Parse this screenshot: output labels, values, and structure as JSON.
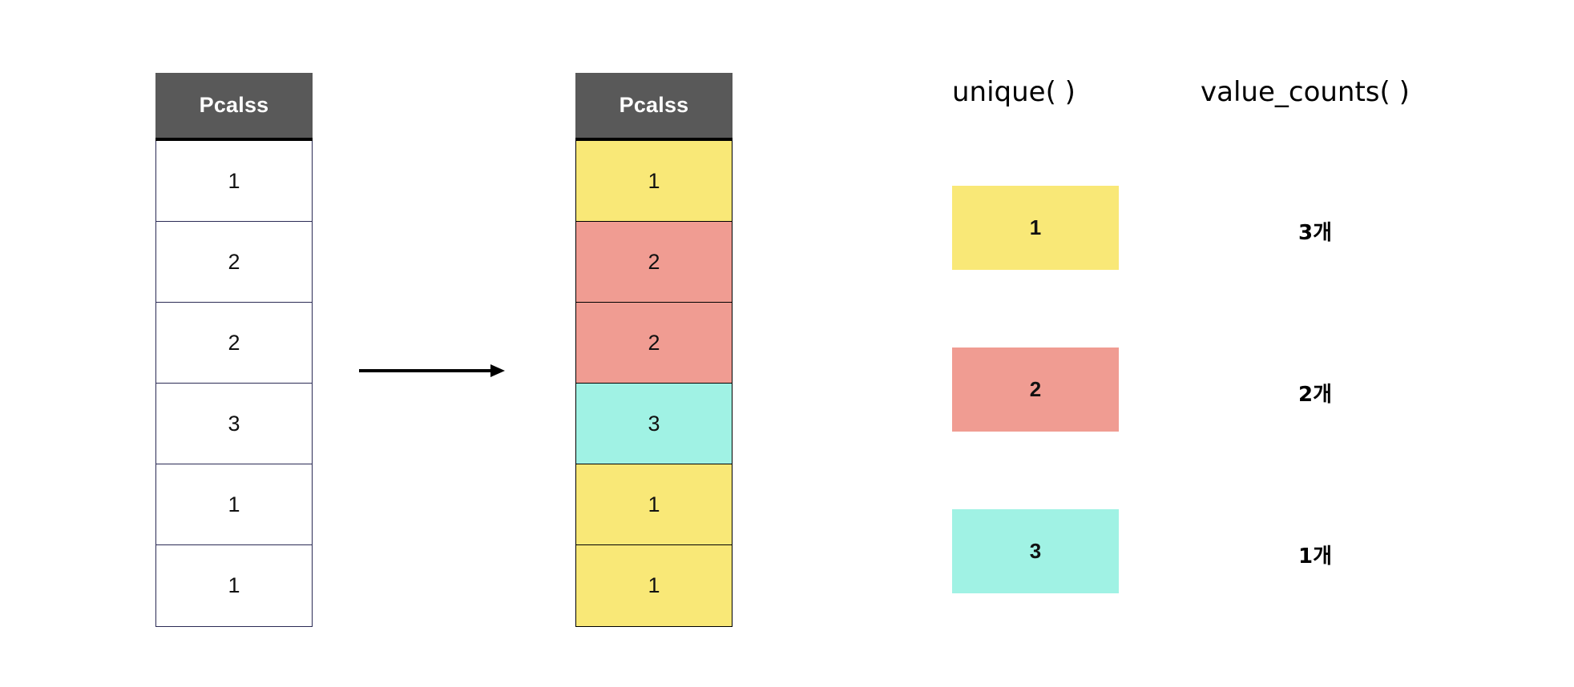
{
  "source_table": {
    "header": "Pcalss",
    "rows": [
      {
        "value": "1"
      },
      {
        "value": "2"
      },
      {
        "value": "2"
      },
      {
        "value": "3"
      },
      {
        "value": "1"
      },
      {
        "value": "1"
      }
    ]
  },
  "colored_table": {
    "header": "Pcalss",
    "rows": [
      {
        "value": "1",
        "color": "#F9E877"
      },
      {
        "value": "2",
        "color": "#F09C92"
      },
      {
        "value": "2",
        "color": "#F09C92"
      },
      {
        "value": "3",
        "color": "#A0F2E4"
      },
      {
        "value": "1",
        "color": "#F9E877"
      },
      {
        "value": "1",
        "color": "#F9E877"
      }
    ]
  },
  "arrow": {
    "name": "transform-arrow",
    "direction": "right"
  },
  "unique_section": {
    "heading": "unique( )",
    "boxes": [
      {
        "value": "1",
        "color": "#F9E877"
      },
      {
        "value": "2",
        "color": "#F09C92"
      },
      {
        "value": "3",
        "color": "#A0F2E4"
      }
    ]
  },
  "value_counts_section": {
    "heading": "value_counts( )",
    "counts": [
      {
        "label": "3개"
      },
      {
        "label": "2개"
      },
      {
        "label": "1개"
      }
    ]
  },
  "colors": {
    "header_bg": "#595959",
    "header_text": "#FFFFFF",
    "yellow": "#F9E877",
    "salmon": "#F09C92",
    "cyan": "#A0F2E4",
    "border": "#000000",
    "background": "#FFFFFF"
  }
}
